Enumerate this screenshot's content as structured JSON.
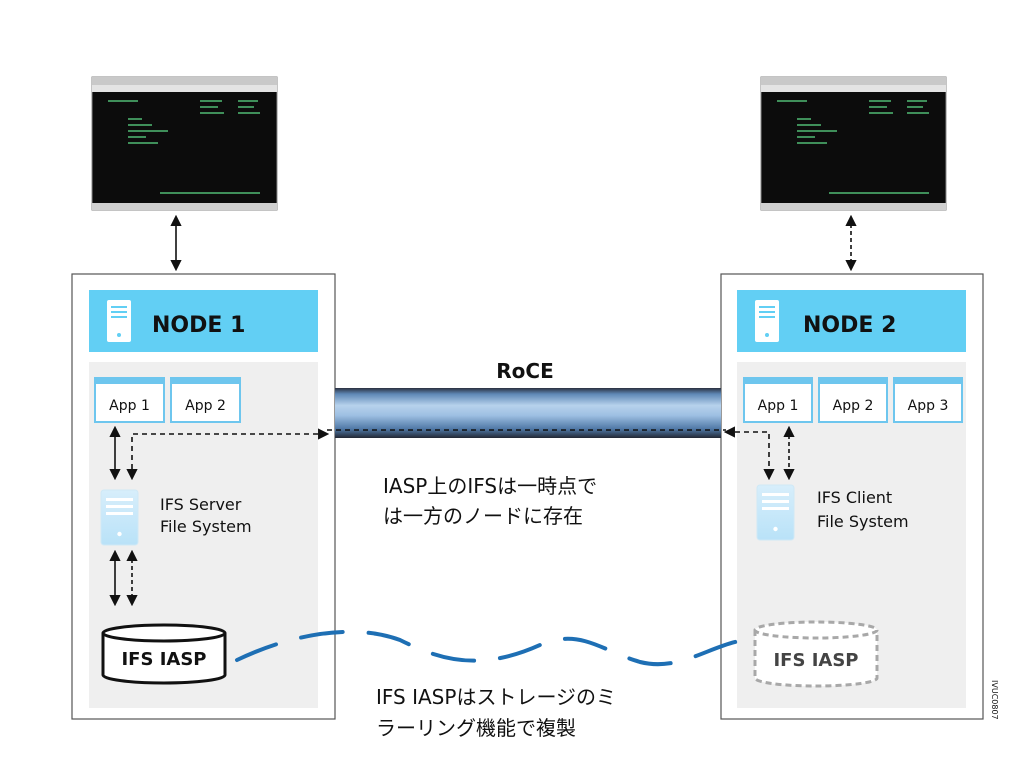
{
  "node1": {
    "title": "NODE 1",
    "apps": [
      "App 1",
      "App 2"
    ],
    "fs_label": [
      "IFS Server",
      "File System"
    ],
    "iasp_label": "IFS IASP"
  },
  "node2": {
    "title": "NODE 2",
    "apps": [
      "App 1",
      "App 2",
      "App 3"
    ],
    "fs_label": [
      "IFS Client",
      "File System"
    ],
    "iasp_label": "IFS IASP"
  },
  "link": {
    "label": "RoCE"
  },
  "notes": {
    "iasp_ifs": [
      "IASP上のIFSは一時点で",
      "は一方のノードに存在"
    ],
    "mirroring": [
      "IFS IASPはストレージのミ",
      "ラーリング機能で複製"
    ]
  },
  "side_code": "IVUC0807",
  "colors": {
    "header": "#62cff4",
    "panel": "#efefef",
    "app_border": "#6ec6ee",
    "mirror_line": "#1e6fb4",
    "pipe": "#8ab3d8"
  }
}
